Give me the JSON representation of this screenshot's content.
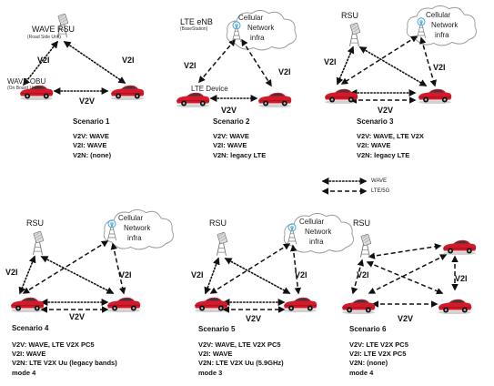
{
  "scenarios": [
    {
      "title": "Scenario 1",
      "v2v": "V2V: WAVE",
      "v2i": "V2I: WAVE",
      "v2n": "V2N: (none)",
      "mode": "",
      "rsu_label": "WAVE RSU",
      "rsu_sub": "(Road Side Unit)",
      "obu_label": "WAVE OBU",
      "obu_sub": "(On Board Unit)",
      "v2i_left": "V2I",
      "v2i_right": "V2I",
      "v2v_label": "V2V"
    },
    {
      "title": "Scenario 2",
      "v2v": "V2V: WAVE",
      "v2i": "V2I: WAVE",
      "v2n": "V2N: legacy LTE",
      "mode": "",
      "enb_label": "LTE eNB",
      "enb_sub": "(BaseStation)",
      "cloud_lines": [
        "Cellular",
        "Network",
        "infra"
      ],
      "device_label": "LTE Device",
      "v2i_left": "V2I",
      "v2i_right": "V2I",
      "v2v_label": "V2V"
    },
    {
      "title": "Scenario 3",
      "v2v": "V2V: WAVE, LTE V2X",
      "v2i": "V2I: WAVE",
      "v2n": "V2N: legacy LTE",
      "mode": "",
      "rsu_label": "RSU",
      "cloud_lines": [
        "Cellular",
        "Network",
        "infra"
      ],
      "v2i_left": "V2I",
      "v2i_right": "V2I",
      "v2v_label": "V2V"
    },
    {
      "title": "Scenario 4",
      "v2v": "V2V: WAVE, LTE V2X PC5",
      "v2i": "V2I: WAVE",
      "v2n": "V2N: LTE V2X Uu (legacy bands)",
      "mode": "mode 4",
      "rsu_label": "RSU",
      "cloud_lines": [
        "Cellular",
        "Network",
        "infra"
      ],
      "v2i_left": "V2I",
      "v2i_right": "V2I",
      "v2v_label": "V2V"
    },
    {
      "title": "Scenario 5",
      "v2v": "V2V: WAVE, LTE V2X PC5",
      "v2i": "V2I: WAVE",
      "v2n": "V2N: LTE V2X Uu (5.9GHz)",
      "mode": "mode 3",
      "rsu_label": "RSU",
      "cloud_lines": [
        "Cellular",
        "Network",
        "infra"
      ],
      "v2i_left": "V2I",
      "v2i_right": "V2I",
      "v2v_label": "V2V"
    },
    {
      "title": "Scenario 6",
      "v2v": "V2V: LTE V2X PC5",
      "v2i": "V2I: LTE V2X PC5",
      "v2n": "V2N: (none)",
      "mode": "mode 4",
      "rsu_label": "RSU",
      "v2i_left": "V2I",
      "v2i_right": "V2I",
      "v2v_label": "V2V"
    }
  ],
  "legend": {
    "wave": "WAVE",
    "lte": "LTE/5G"
  },
  "colors": {
    "car_body": "#d4192b",
    "car_dark": "#8b0d14",
    "cloud_fill": "#ffffff",
    "cloud_stroke": "#9a9a9a",
    "antenna": "#49a9e0",
    "line": "#111111"
  }
}
